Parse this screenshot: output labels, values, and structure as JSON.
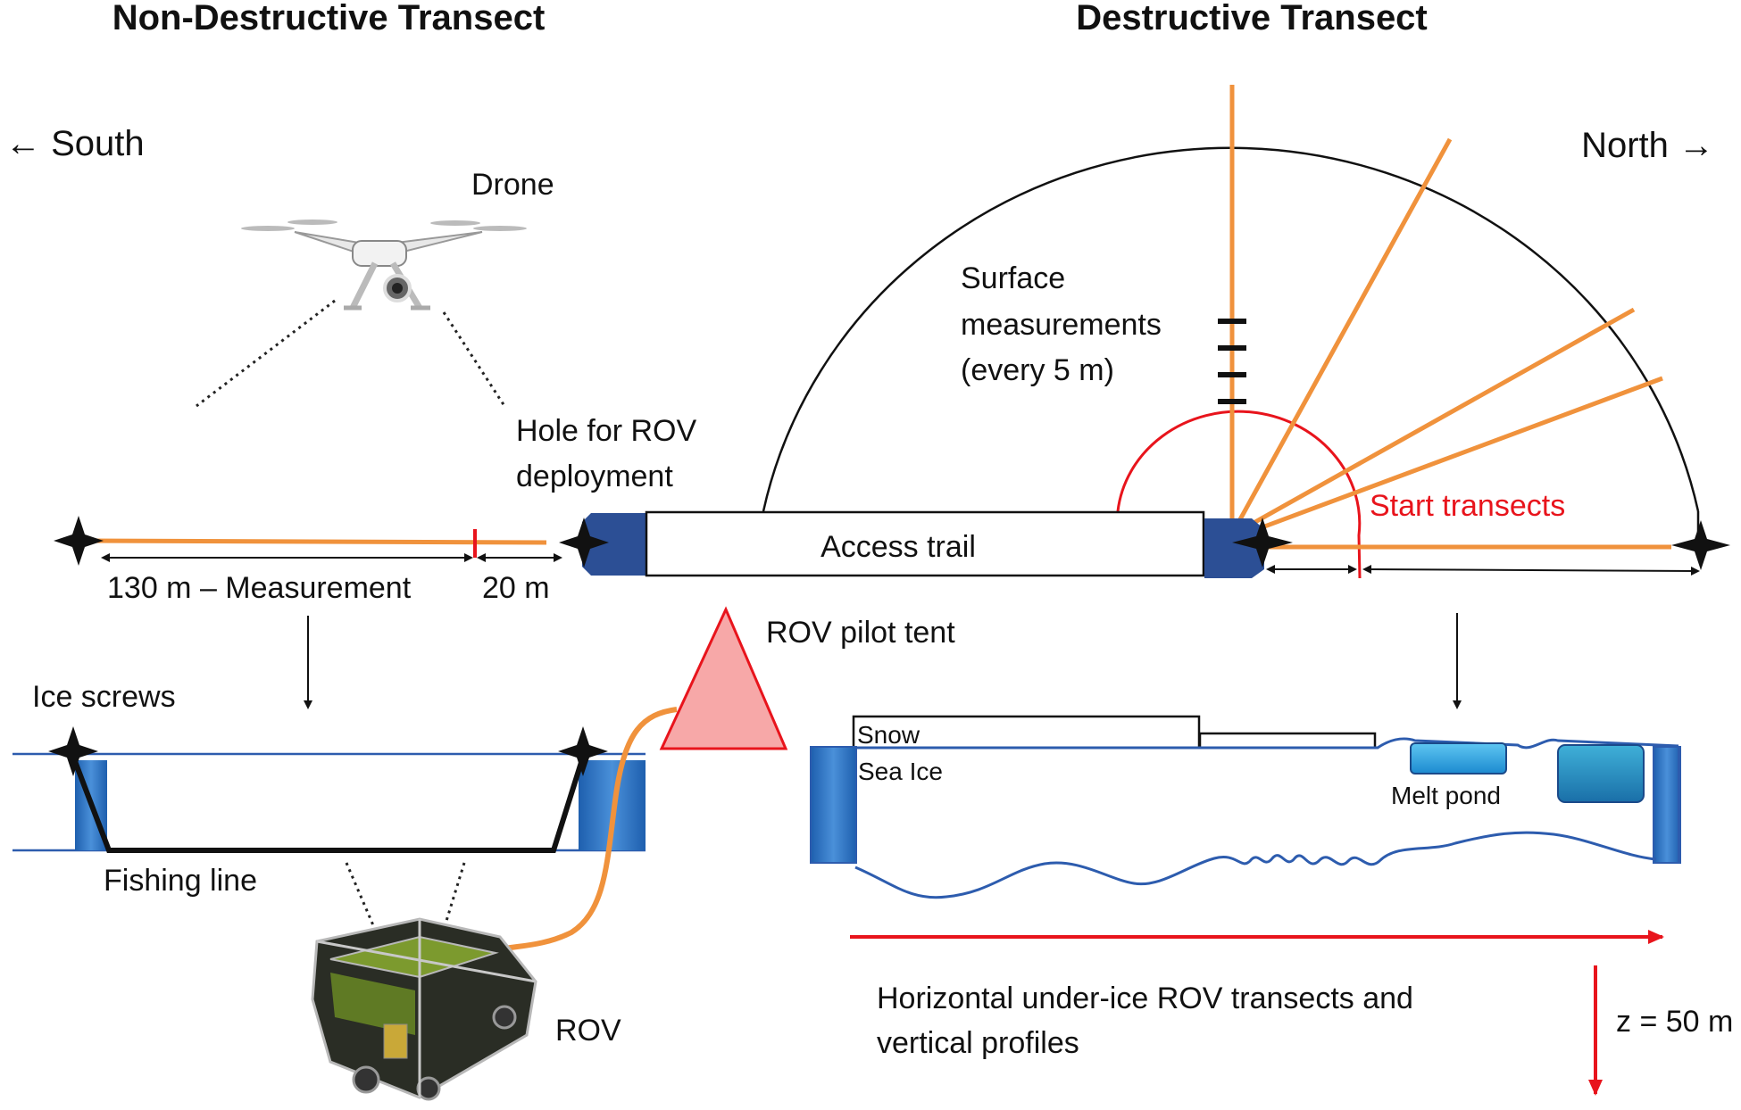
{
  "titles": {
    "left": "Non-Destructive Transect",
    "right": "Destructive Transect"
  },
  "directions": {
    "south": "← South",
    "north": "North →"
  },
  "labels": {
    "drone": "Drone",
    "hole": [
      "Hole for ROV",
      "deployment"
    ],
    "access_trail": "Access trail",
    "surface_measurements": [
      "Surface",
      "measurements",
      "(every 5 m)"
    ],
    "start_transects": "Start transects",
    "measurement_distance": "130 m – Measurement",
    "distance_20": "20 m",
    "rov_pilot_tent": "ROV pilot tent",
    "ice_screws": "Ice screws",
    "fishing_line": "Fishing line",
    "rov": "ROV",
    "snow": "Snow",
    "sea_ice": "Sea Ice",
    "melt_pond": "Melt pond",
    "horizontal_transects": [
      "Horizontal under-ice ROV transects and",
      "vertical profiles"
    ],
    "depth": "z = 50 m"
  },
  "icons": [
    "drone-icon",
    "rov-icon",
    "star-marker-icon",
    "tent-icon",
    "arrow-icon"
  ],
  "colors": {
    "transect_line": "#f0923c",
    "red": "#e8141c",
    "ice_blue": "#2d66b8",
    "dark_blue": "#2a4a8c",
    "tent": "#f7a8a8",
    "pond": "#3aa7e0"
  }
}
